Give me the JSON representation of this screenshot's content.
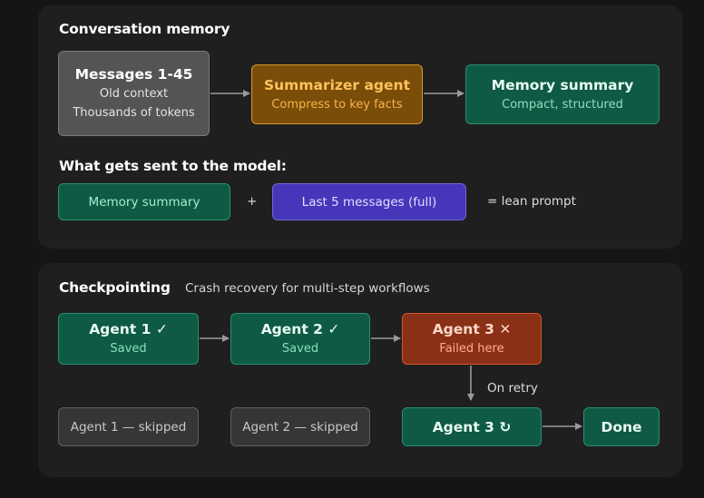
{
  "memory": {
    "title": "Conversation memory",
    "messages": {
      "title": "Messages 1-45",
      "line1": "Old context",
      "line2": "Thousands of tokens"
    },
    "summarizer": {
      "title": "Summarizer agent",
      "line1": "Compress to key facts"
    },
    "summary": {
      "title": "Memory summary",
      "line1": "Compact, structured"
    },
    "sent_heading": "What gets sent to the model:",
    "sent_summary": "Memory summary",
    "plus": "+",
    "last_messages": "Last 5 messages (full)",
    "result": "= lean prompt"
  },
  "checkpoint": {
    "title": "Checkpointing",
    "subtitle": "Crash recovery for multi-step workflows",
    "agent1": {
      "title": "Agent 1 ✓",
      "status": "Saved"
    },
    "agent2": {
      "title": "Agent 2 ✓",
      "status": "Saved"
    },
    "agent3": {
      "title": "Agent 3 ✕",
      "status": "Failed here"
    },
    "retry_label": "On retry",
    "skipped1": "Agent 1 — skipped",
    "skipped2": "Agent 2 — skipped",
    "agent3_retry": "Agent 3 ↻",
    "done": "Done"
  },
  "colors": {
    "background": "#151515",
    "panel": "#1f1f1f",
    "gray": "#545454",
    "amber": "#d89a2b",
    "green": "#0f5a44",
    "purple": "#4636b9",
    "red": "#8a3016",
    "arrow": "#9a9a9a"
  }
}
